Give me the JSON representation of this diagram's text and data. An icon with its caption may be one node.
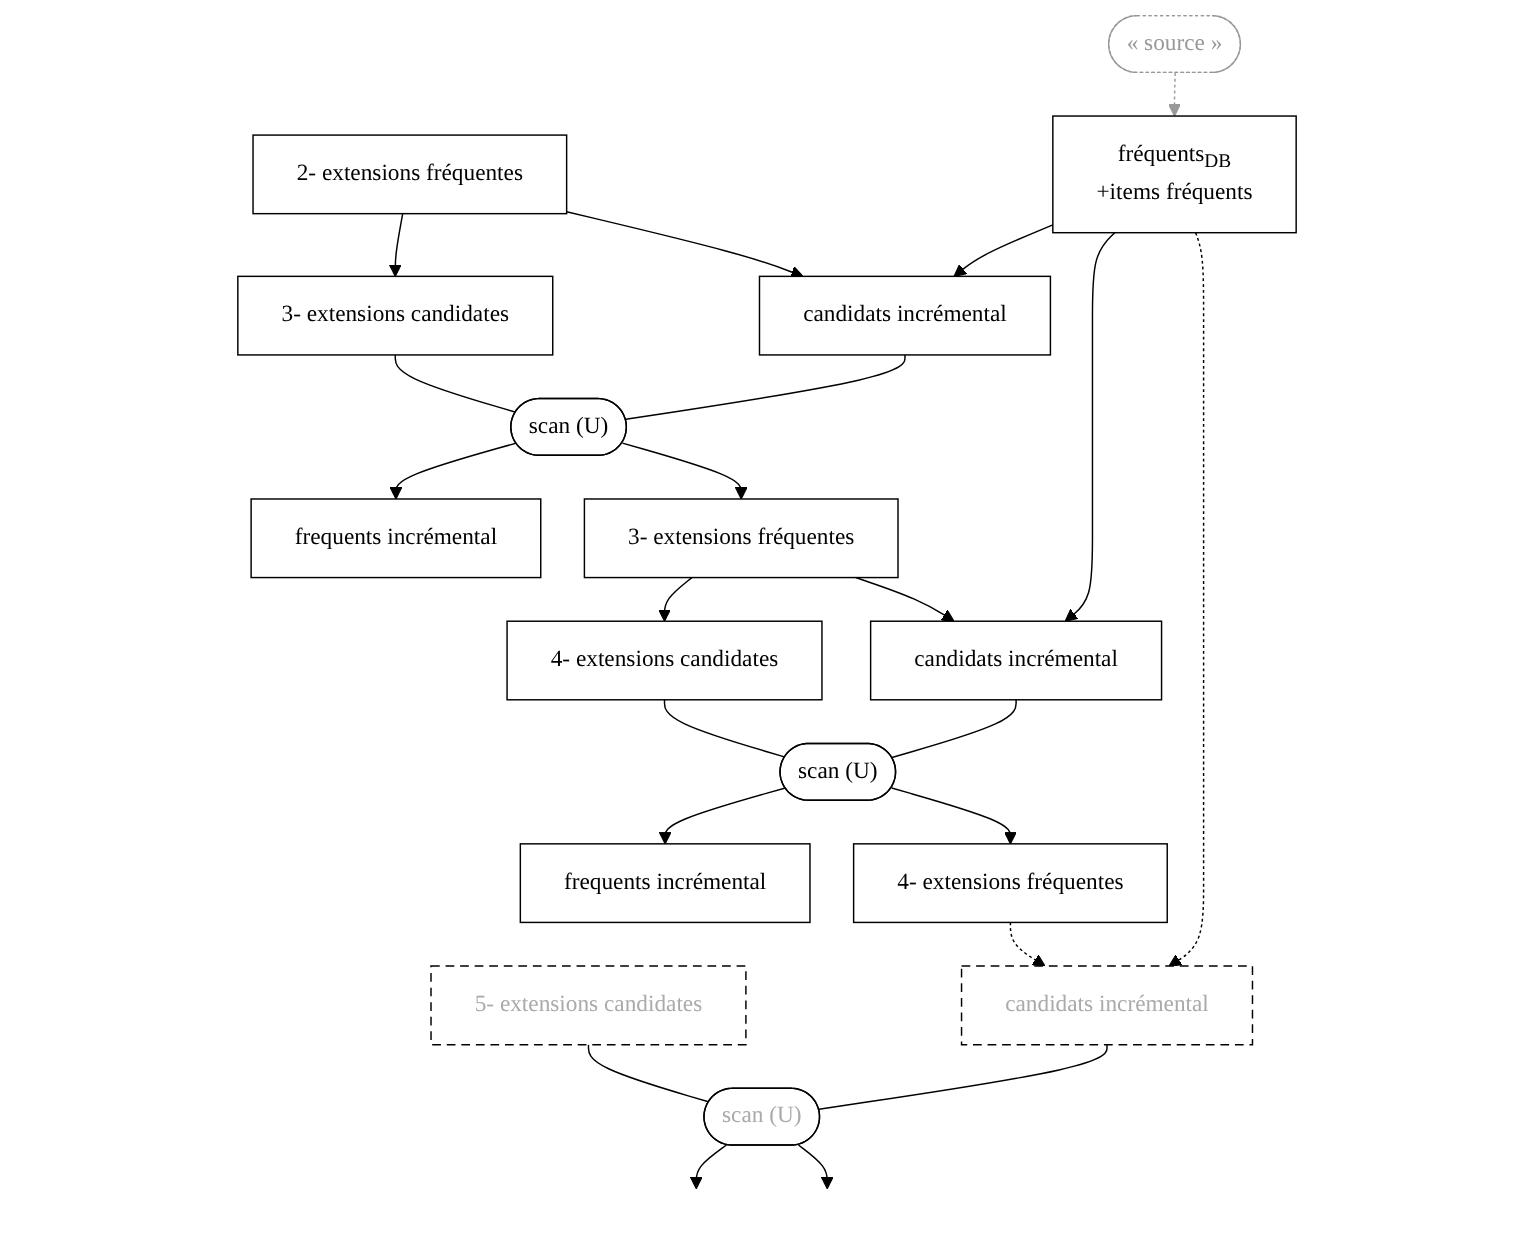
{
  "diagram": {
    "nodes": [
      {
        "text": [
          "« source »"
        ]
      },
      {
        "text": [
          "fréquents$_{DB}$",
          "+items fréquents"
        ]
      },
      {
        "text": [
          "2- extensions fréquentes"
        ]
      },
      {
        "text": [
          "candidats incrémental"
        ]
      },
      {
        "text": [
          "3- extensions candidates"
        ]
      },
      {
        "text": [
          "scan (U)"
        ]
      },
      {
        "text": [
          "frequents incrémental"
        ]
      },
      {
        "text": [
          "3- extensions fréquentes"
        ]
      },
      {
        "text": [
          "candidats incrémental"
        ]
      },
      {
        "text": [
          "4- extensions candidates"
        ]
      },
      {
        "text": [
          "scan (U)"
        ]
      },
      {
        "text": [
          "frequents incrémental"
        ]
      },
      {
        "text": [
          "4- extensions fréquentes"
        ]
      },
      {
        "text": [
          "candidats incrémental"
        ]
      },
      {
        "text": [
          "5- extensions candidates"
        ]
      },
      {
        "text": [
          "scan (U)"
        ]
      }
    ],
    "edges": [
      {
        "from": 0,
        "to": 1,
        "arrow": "to",
        "style": "dashed",
        "color": "#999999"
      },
      {
        "from": 1,
        "to": 3,
        "arrow": "to"
      },
      {
        "from": 1,
        "to": 8,
        "arrow": "to"
      },
      {
        "from": 1,
        "to": 13,
        "arrow": "to",
        "style": "dashed"
      },
      {
        "from": 2,
        "to": 3,
        "arrow": "to"
      },
      {
        "from": 2,
        "to": 4,
        "arrow": "to"
      },
      {
        "from": 3,
        "to": 5,
        "arrow": "none"
      },
      {
        "from": 4,
        "to": 5,
        "arrow": "none"
      },
      {
        "from": 5,
        "to": 6,
        "arrow": "to"
      },
      {
        "from": 5,
        "to": 7,
        "arrow": "to"
      },
      {
        "from": 7,
        "to": 8,
        "arrow": "to"
      },
      {
        "from": 7,
        "to": 9,
        "arrow": "to"
      },
      {
        "from": 8,
        "to": 10,
        "arrow": "none"
      },
      {
        "from": 9,
        "to": 10,
        "arrow": "none"
      },
      {
        "from": 10,
        "to": 11,
        "arrow": "to"
      },
      {
        "from": 10,
        "to": 12,
        "arrow": "to"
      },
      {
        "from": 12,
        "to": 13,
        "arrow": "to",
        "style": "dashed"
      },
      {
        "from": 13,
        "to": 15,
        "arrow": "none"
      },
      {
        "from": 14,
        "to": 15,
        "arrow": "none"
      },
      {
        "from": 15,
        "to": null,
        "arrow": "to"
      },
      {
        "from": 15,
        "to": null,
        "arrow": "to"
      }
    ]
  }
}
